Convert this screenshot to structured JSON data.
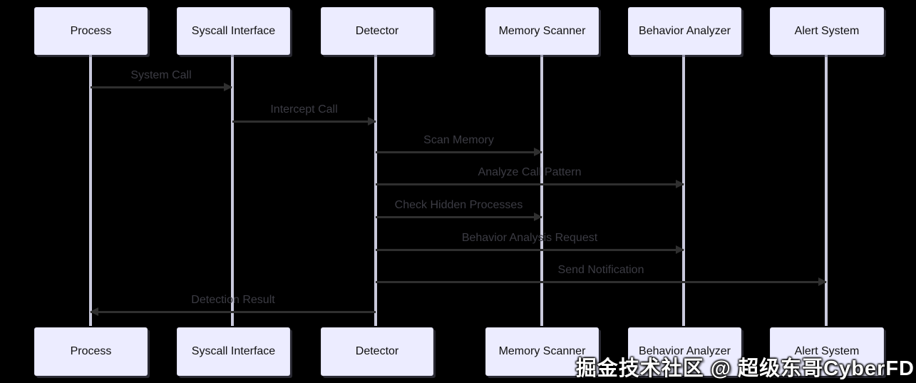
{
  "diagram": {
    "kind": "sequence-diagram",
    "background": "#000000"
  },
  "participants": [
    {
      "id": "process",
      "label": "Process"
    },
    {
      "id": "syscall-interface",
      "label": "Syscall Interface"
    },
    {
      "id": "detector",
      "label": "Detector"
    },
    {
      "id": "memory-scanner",
      "label": "Memory Scanner"
    },
    {
      "id": "behavior-analyzer",
      "label": "Behavior Analyzer"
    },
    {
      "id": "alert-system",
      "label": "Alert System"
    }
  ],
  "messages": [
    {
      "from": "Process",
      "to": "Syscall Interface",
      "label": "System Call"
    },
    {
      "from": "Syscall Interface",
      "to": "Detector",
      "label": "Intercept Call"
    },
    {
      "from": "Detector",
      "to": "Memory Scanner",
      "label": "Scan Memory"
    },
    {
      "from": "Detector",
      "to": "Behavior Analyzer",
      "label": "Analyze Call Pattern"
    },
    {
      "from": "Detector",
      "to": "Memory Scanner",
      "label": "Check Hidden Processes"
    },
    {
      "from": "Detector",
      "to": "Behavior Analyzer",
      "label": "Behavior Analysis Request"
    },
    {
      "from": "Detector",
      "to": "Alert System",
      "label": "Send Notification"
    },
    {
      "from": "Detector",
      "to": "Process",
      "label": "Detection Result"
    }
  ],
  "watermark": {
    "text": "掘金技术社区 @ 超级东哥CyberFD"
  },
  "colors": {
    "actor_fill": "#ECECFF",
    "actor_border": "#dcdcf0",
    "lifeline": "#c9c9dc",
    "message_line": "#2f2f2f",
    "message_text": "#3c3c44",
    "watermark_text": "#ffffff"
  }
}
